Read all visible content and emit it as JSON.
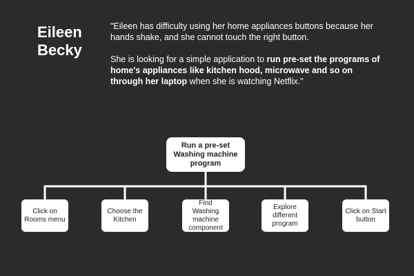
{
  "persona": {
    "first_name": "Eileen",
    "last_name": "Becky"
  },
  "scenario": {
    "p1": "\"Eileen has difficulty using her home appliances buttons because her hands shake, and she cannot touch the right button.",
    "p2_before": "She is looking for a simple application to ",
    "p2_bold": "run pre-set the programs of home's appliances like kitchen hood, microwave and so on through her laptop",
    "p2_after": " when she is watching Netflix.\""
  },
  "task": {
    "root": "Run a pre-set Washing machine program",
    "steps": [
      "Click on Rooms menu",
      "Choose the Kitchen",
      "Find Washing machine component",
      "Explore different program",
      "Click on Start button"
    ]
  },
  "colors": {
    "background": "#2b2b2b",
    "node_fill": "#ffffff",
    "connector": "#ffffff"
  }
}
